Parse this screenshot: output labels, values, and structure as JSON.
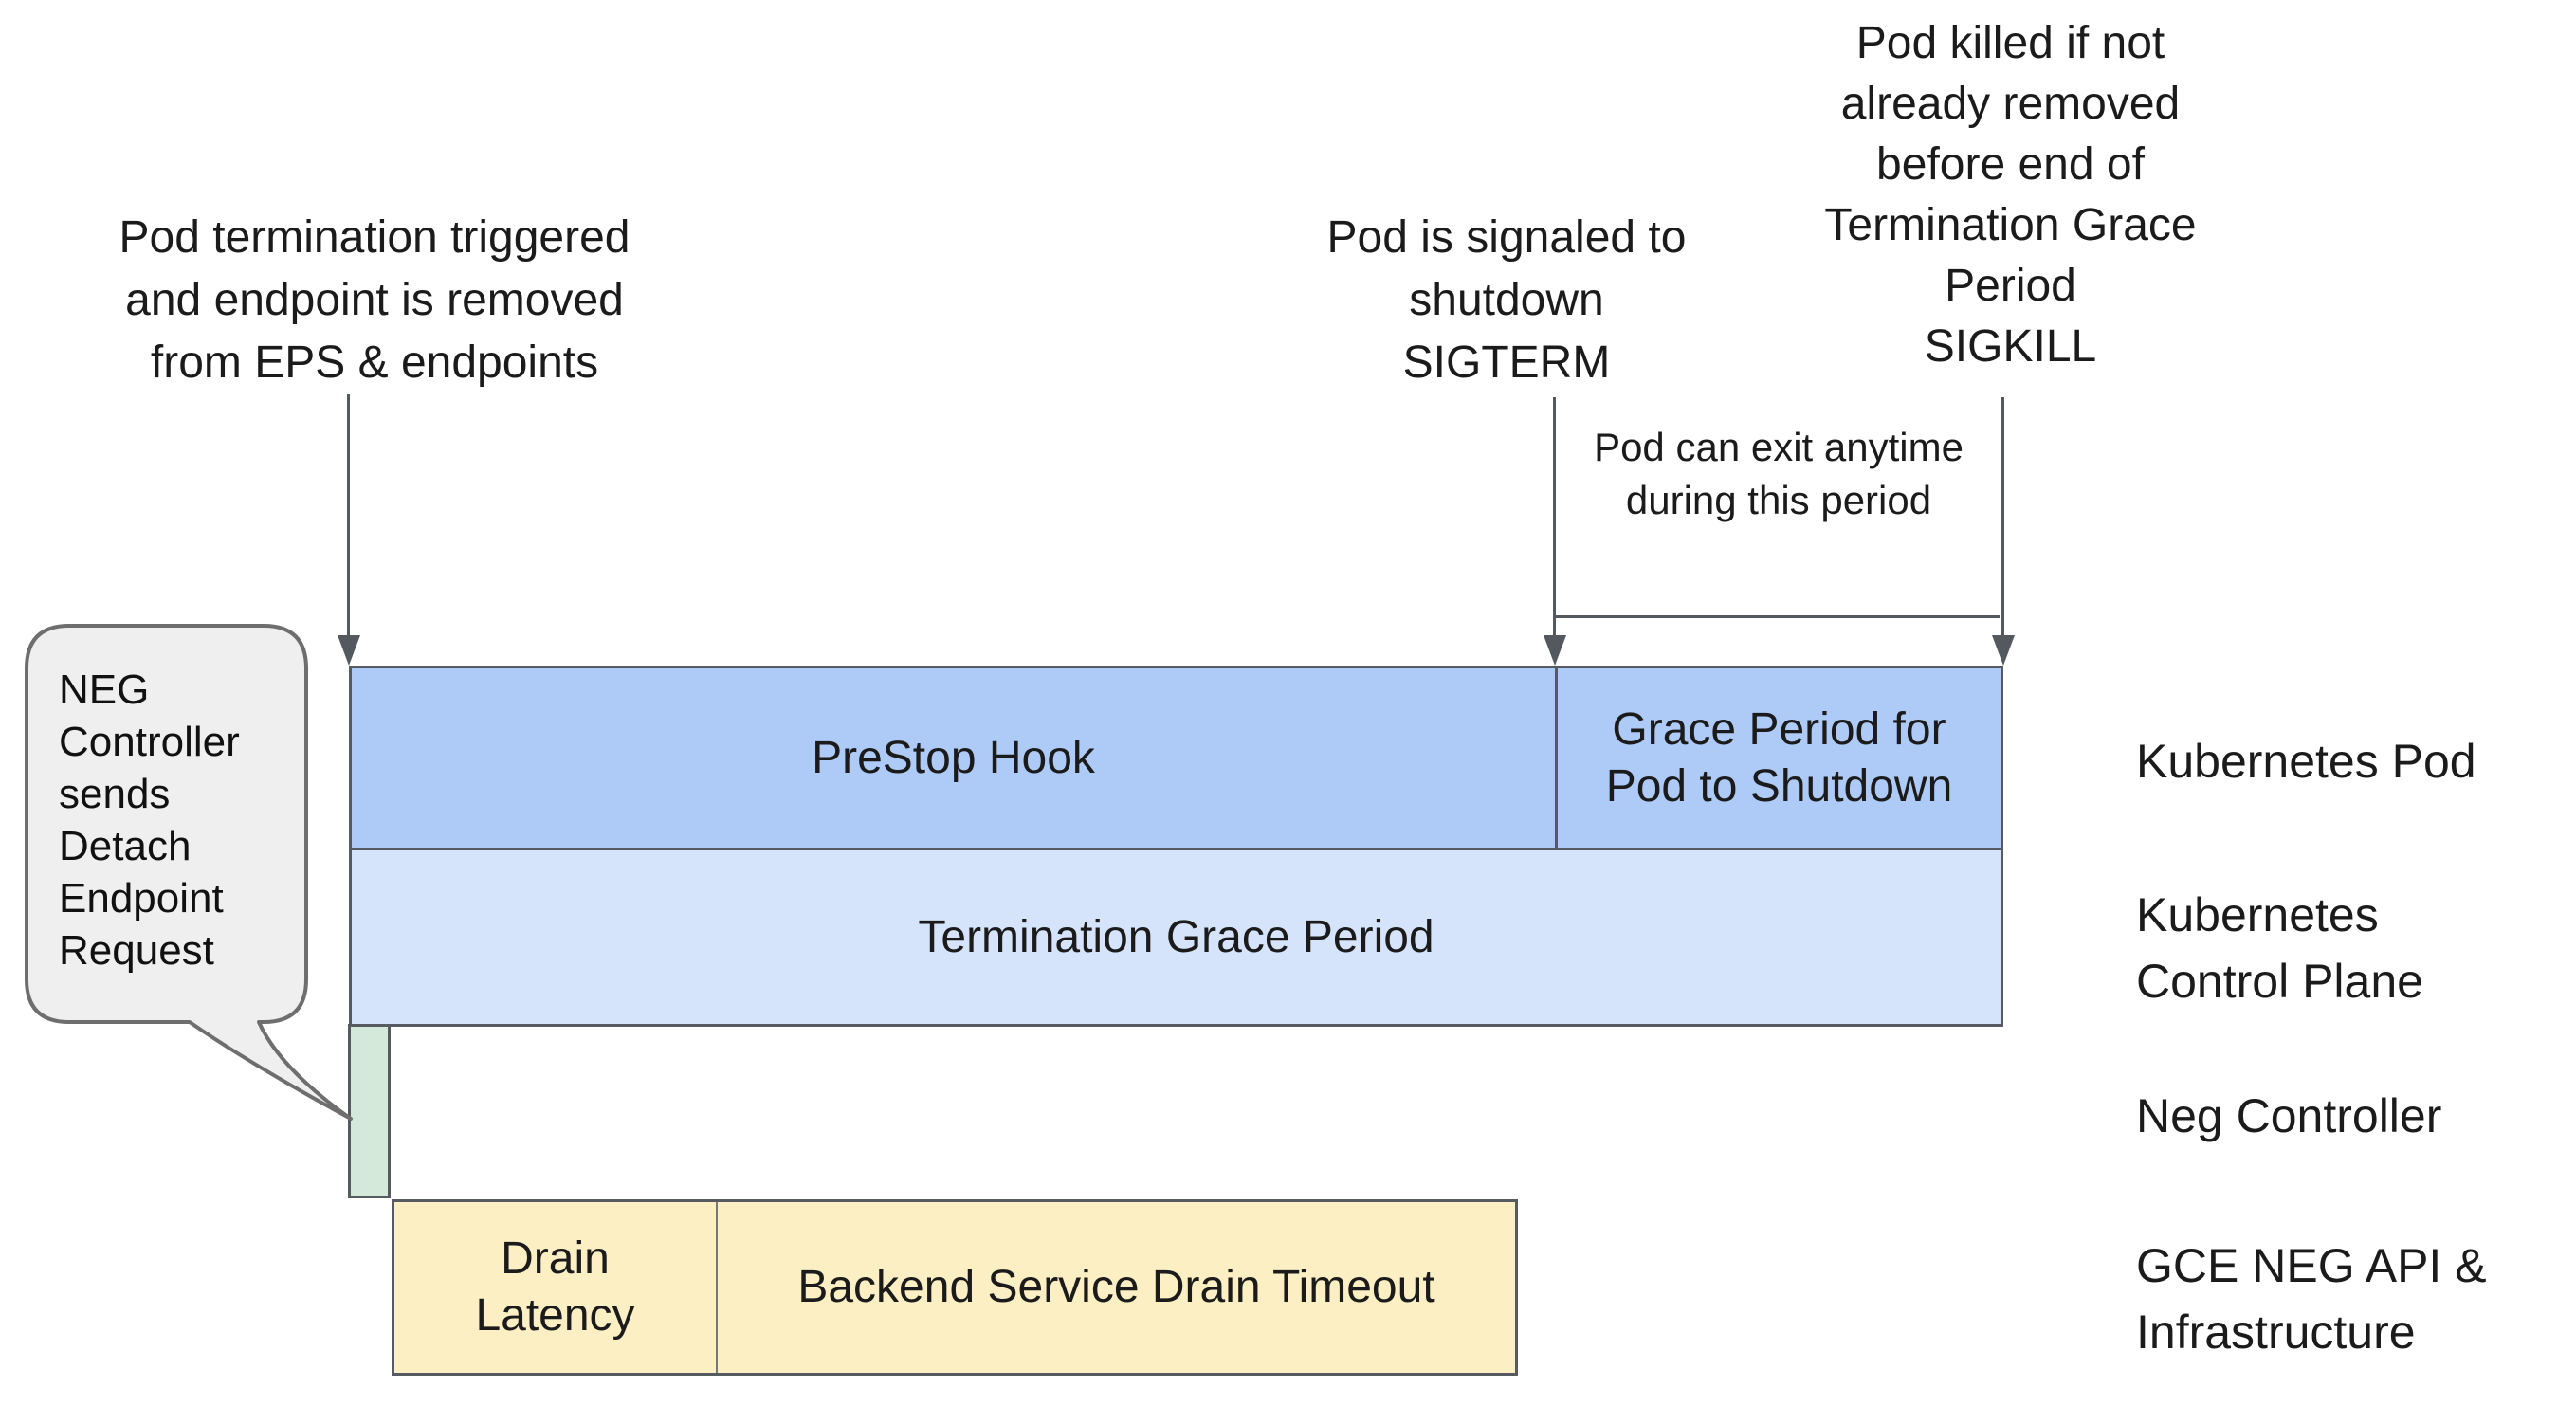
{
  "page": {
    "background": "#ffffff"
  },
  "callouts": {
    "termination_trigger": {
      "text": "Pod termination triggered\nand endpoint is removed\nfrom EPS & endpoints"
    },
    "sigterm": {
      "text": "Pod is signaled to\nshutdown\nSIGTERM"
    },
    "sigkill": {
      "text": "Pod killed if not\nalready removed\nbefore end of\nTermination Grace\nPeriod\nSIGKILL"
    },
    "exit_window": {
      "text": "Pod can exit anytime\nduring this period"
    }
  },
  "bubble": {
    "text": "NEG\nController\nsends\nDetach\nEndpoint\nRequest",
    "fill": "#efefef",
    "border": "#6e6e6e"
  },
  "timeline": {
    "kubernetes_pod": {
      "segments": [
        {
          "label": "PreStop Hook",
          "color": "#aecbf8"
        },
        {
          "label": "Grace Period for\nPod to Shutdown",
          "color": "#aecbf8"
        }
      ]
    },
    "control_plane": {
      "segments": [
        {
          "label": "Termination Grace Period",
          "color": "#d6e4fb"
        }
      ]
    },
    "neg_controller": {
      "segments": [
        {
          "label": "",
          "color": "#d5e9da"
        }
      ]
    },
    "gce": {
      "segments": [
        {
          "label": "Drain\nLatency",
          "color": "#fcefc3"
        },
        {
          "label": "Backend Service Drain Timeout",
          "color": "#fcefc3"
        }
      ]
    }
  },
  "row_labels": {
    "kubernetes_pod": "Kubernetes Pod",
    "control_plane": "Kubernetes\nControl Plane",
    "neg_controller": "Neg Controller",
    "gce": "GCE NEG API &\nInfrastructure"
  },
  "colors": {
    "bar_border": "#565b61",
    "arrow": "#54585f",
    "pod_blue": "#aecbf8",
    "grace_light_blue": "#d6e4fb",
    "neg_green": "#d5e9da",
    "gce_yellow": "#fcefc3",
    "bubble_fill": "#efefef",
    "bubble_border": "#6e6e6e"
  }
}
